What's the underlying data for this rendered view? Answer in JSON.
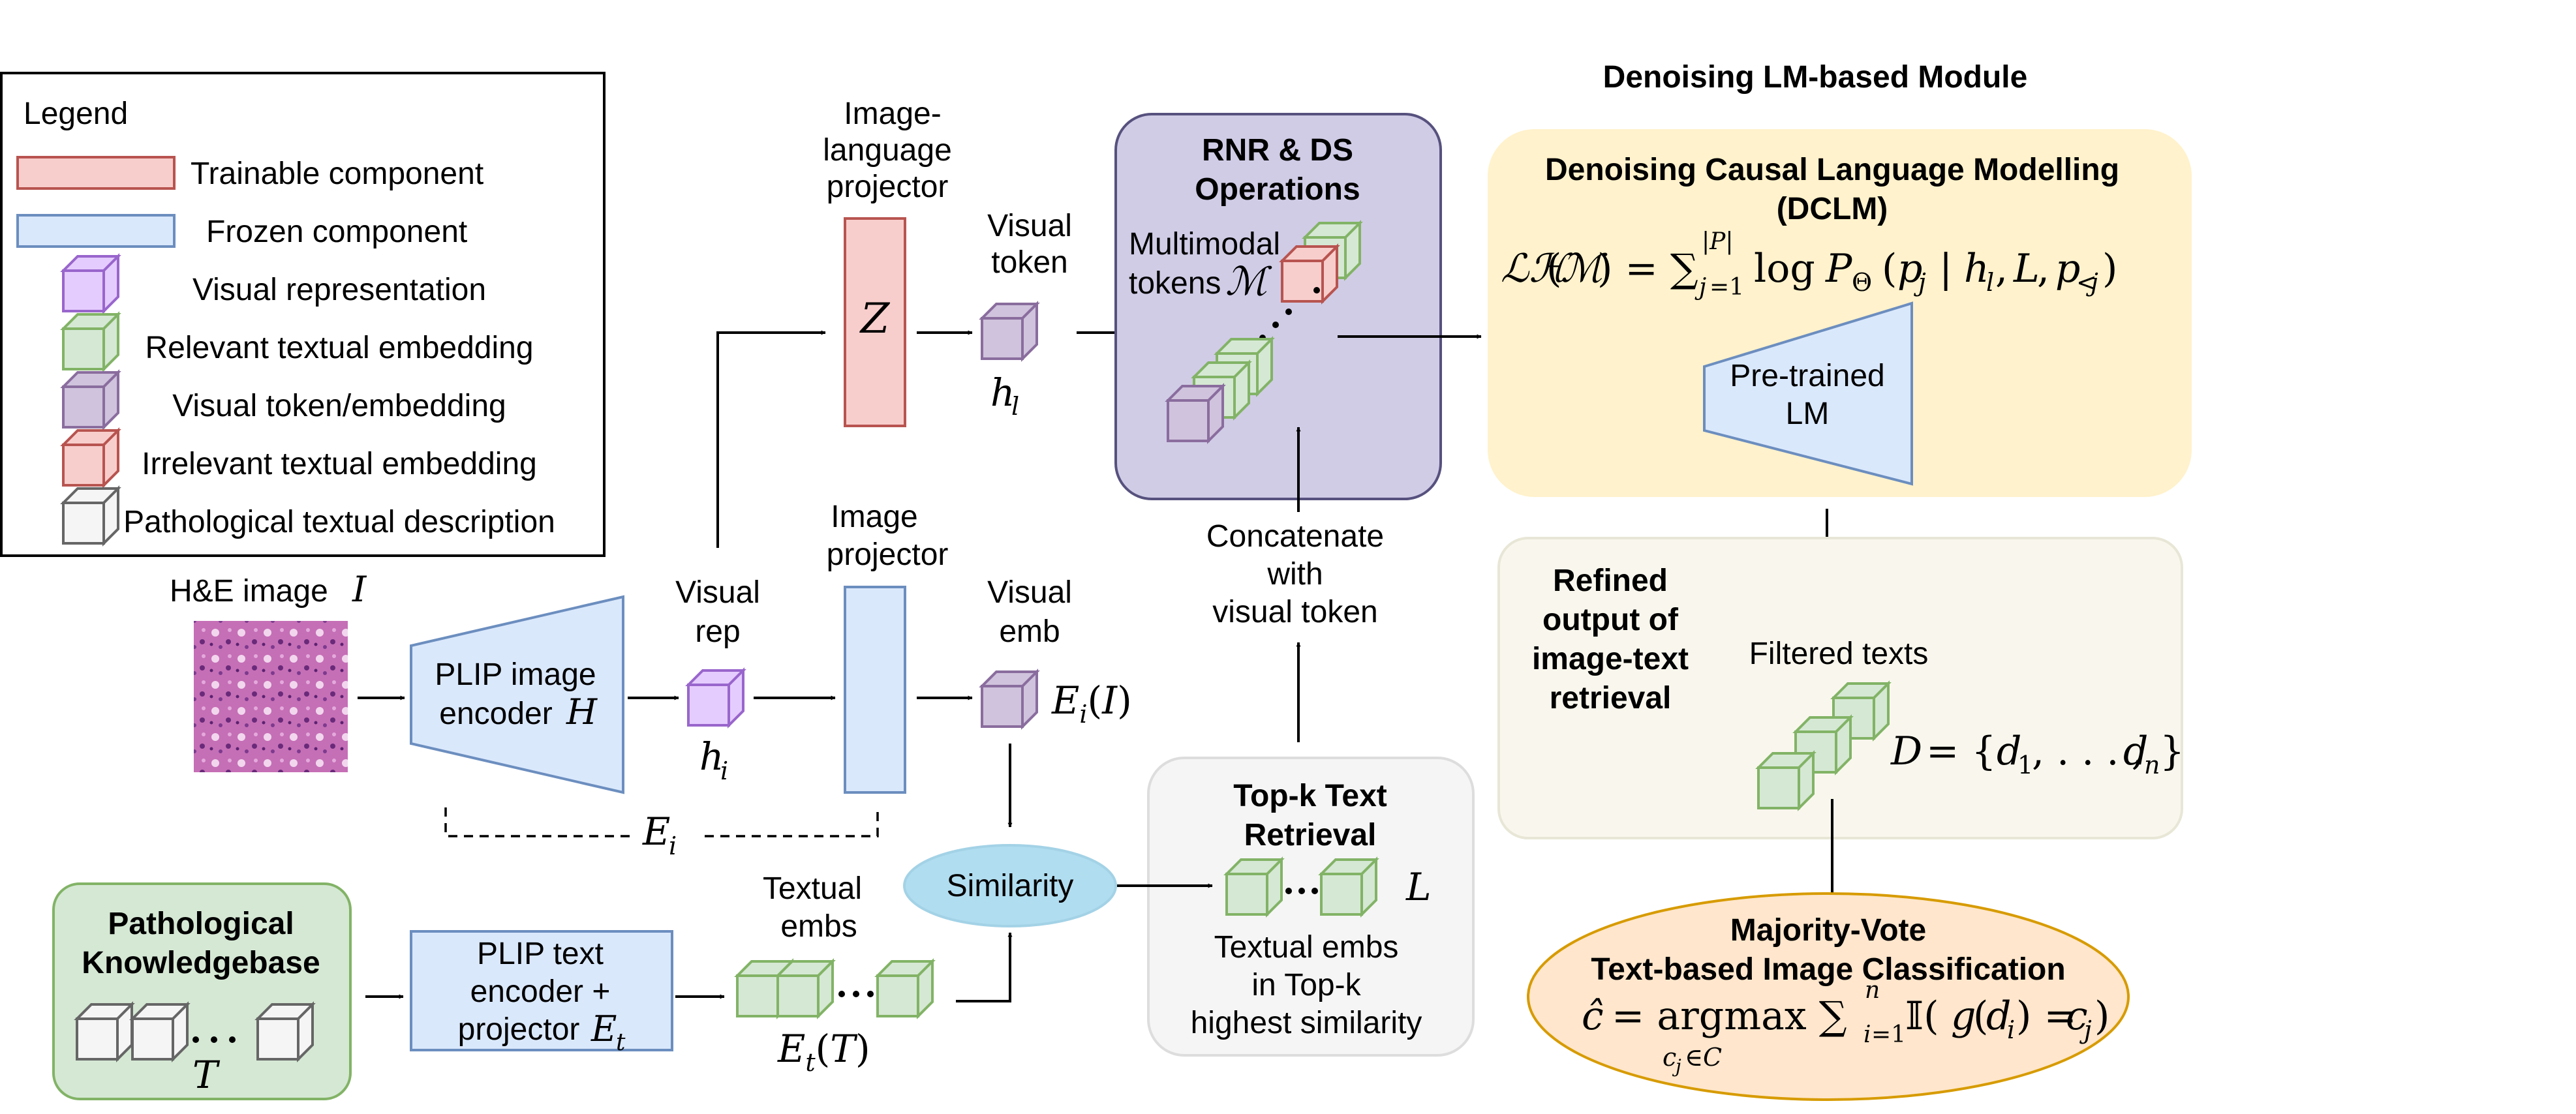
{
  "legend": {
    "title": "Legend",
    "items": [
      {
        "label": "Trainable component",
        "kind": "rect",
        "fill": "#f8cecc",
        "stroke": "#b85450"
      },
      {
        "label": "Frozen component",
        "kind": "rect",
        "fill": "#dae8fc",
        "stroke": "#6c8ebf"
      },
      {
        "label": "Visual representation",
        "kind": "cube",
        "fill": "#e5ccff",
        "stroke": "#9966cc"
      },
      {
        "label": "Relevant textual embedding",
        "kind": "cube",
        "fill": "#d5e8d4",
        "stroke": "#82b366"
      },
      {
        "label": "Visual token/embedding",
        "kind": "cube",
        "fill": "#d0c3dd",
        "stroke": "#8a6d9e"
      },
      {
        "label": "Irrelevant textual embedding",
        "kind": "cube",
        "fill": "#f8cecc",
        "stroke": "#b85450"
      },
      {
        "label": "Pathological textual description",
        "kind": "cube",
        "fill": "#f5f5f5",
        "stroke": "#666666"
      }
    ]
  },
  "input": {
    "label": "H&E image",
    "symbol": "I"
  },
  "encoder": {
    "line1": "PLIP image",
    "line2": "encoder",
    "symbol": "H"
  },
  "visual_rep": {
    "line1": "Visual",
    "line2": "rep",
    "symbol": "h",
    "sub": "i"
  },
  "image_lang_projector": {
    "line1": "Image-",
    "line2": "language",
    "line3": "projector",
    "symbol": "Z"
  },
  "visual_token": {
    "line1": "Visual",
    "line2": "token",
    "symbol": "h",
    "sub": "l"
  },
  "image_projector": {
    "line1": "Image",
    "line2": "projector"
  },
  "visual_emb": {
    "line1": "Visual",
    "line2": "emb",
    "formula": "E"
  },
  "ei": {
    "symbol": "E",
    "sub": "i"
  },
  "rnr": {
    "title1": "RNR & DS",
    "title2": "Operations",
    "line1": "Multimodal",
    "line2": "tokens",
    "symbol": "ℳ"
  },
  "concat": {
    "line1": "Concatenate",
    "line2": "with",
    "line3": "visual token"
  },
  "module_title": "Denoising LM-based Module",
  "dclm": {
    "title1": "Denoising Causal Language Modelling",
    "title2": "(DCLM)",
    "lm1": "Pre-trained",
    "lm2": "LM"
  },
  "refined": {
    "line1": "Refined",
    "line2": "output of",
    "line3": "image-text",
    "line4": "retrieval",
    "filtered": "Filtered texts"
  },
  "topk": {
    "title1": "Top-k Text",
    "title2": "Retrieval",
    "symbol": "L",
    "line1": "Textual embs",
    "line2": "in Top-k",
    "line3": "highest similarity"
  },
  "similarity": "Similarity",
  "kb": {
    "title1": "Pathological",
    "title2": "Knowledgebase",
    "symbol": "T"
  },
  "text_encoder": {
    "line1": "PLIP text",
    "line2": "encoder +",
    "line3": "projector",
    "symbol": "E",
    "sub": "t"
  },
  "textual_embs": {
    "line1": "Textual",
    "line2": "embs",
    "symbol": "E"
  },
  "majority": {
    "title1": "Majority-Vote",
    "title2": "Text-based Image Classification"
  },
  "colors": {
    "trainable": "#f8cecc",
    "frozen": "#dae8fc",
    "purple_box": "#d0cce6",
    "yellow_box": "#fff2cc",
    "beige_box": "#f9f7ed",
    "gray_box": "#f5f5f5",
    "green_box": "#d5e8d4",
    "cyan_ellipse": "#b1ddf0",
    "orange_ellipse": "#ffe6cc"
  }
}
